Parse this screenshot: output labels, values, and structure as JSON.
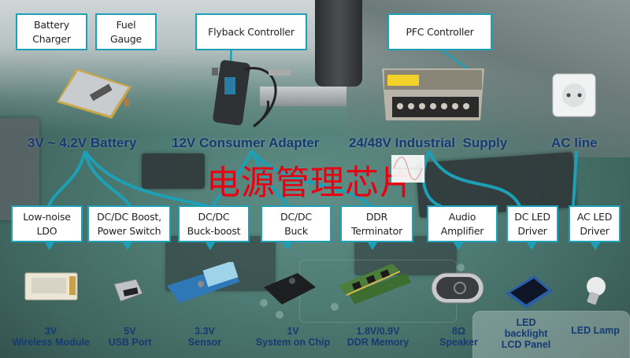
{
  "title": "电源管理芯片",
  "colors": {
    "accent": "#1d9fb5",
    "title": "#e60012",
    "label": "#163a73"
  },
  "controller_boxes": [
    {
      "id": "battery-charger",
      "label": "Battery\nCharger"
    },
    {
      "id": "fuel-gauge",
      "label": "Fuel\nGauge"
    },
    {
      "id": "flyback-controller",
      "label": "Flyback Controller"
    },
    {
      "id": "pfc-controller",
      "label": "PFC Controller"
    }
  ],
  "power_sources": [
    {
      "id": "battery",
      "label": "3V ~ 4.2V Battery",
      "icon": "battery-pack-icon"
    },
    {
      "id": "adapter",
      "label": "12V Consumer Adapter",
      "icon": "wall-adapter-icon"
    },
    {
      "id": "industrial",
      "label": "24/48V Industrial  Supply",
      "icon": "industrial-psu-icon"
    },
    {
      "id": "ac",
      "label": "AC line",
      "icon": "wall-socket-icon"
    }
  ],
  "ic_boxes": [
    {
      "id": "ldo",
      "label": "Low-noise\nLDO"
    },
    {
      "id": "boost",
      "label": "DC/DC Boost,\nPower Switch"
    },
    {
      "id": "buck-boost",
      "label": "DC/DC\nBuck-boost"
    },
    {
      "id": "buck",
      "label": "DC/DC\nBuck"
    },
    {
      "id": "ddr-term",
      "label": "DDR\nTerminator"
    },
    {
      "id": "audio-amp",
      "label": "Audio\nAmplifier"
    },
    {
      "id": "dc-led",
      "label": "DC LED\nDriver"
    },
    {
      "id": "ac-led",
      "label": "AC LED\nDriver"
    }
  ],
  "devices": [
    {
      "id": "wireless",
      "label": "3V\nWireless Module",
      "icon": "wireless-module-icon"
    },
    {
      "id": "usb",
      "label": "5V\nUSB Port",
      "icon": "usb-port-icon"
    },
    {
      "id": "sensor",
      "label": "3.3V\nSensor",
      "icon": "sensor-board-icon"
    },
    {
      "id": "soc",
      "label": "1V\nSystem on Chip",
      "icon": "soc-chip-icon"
    },
    {
      "id": "ddr",
      "label": "1.8V/0.9V\nDDR Memory",
      "icon": "ram-module-icon"
    },
    {
      "id": "speaker",
      "label": "8Ω\nSpeaker",
      "icon": "speaker-icon"
    },
    {
      "id": "lcd",
      "label": "LED\nbacklight\nLCD Panel",
      "icon": "lcd-panel-icon"
    },
    {
      "id": "lamp",
      "label": "LED Lamp",
      "icon": "led-bulb-icon"
    }
  ]
}
